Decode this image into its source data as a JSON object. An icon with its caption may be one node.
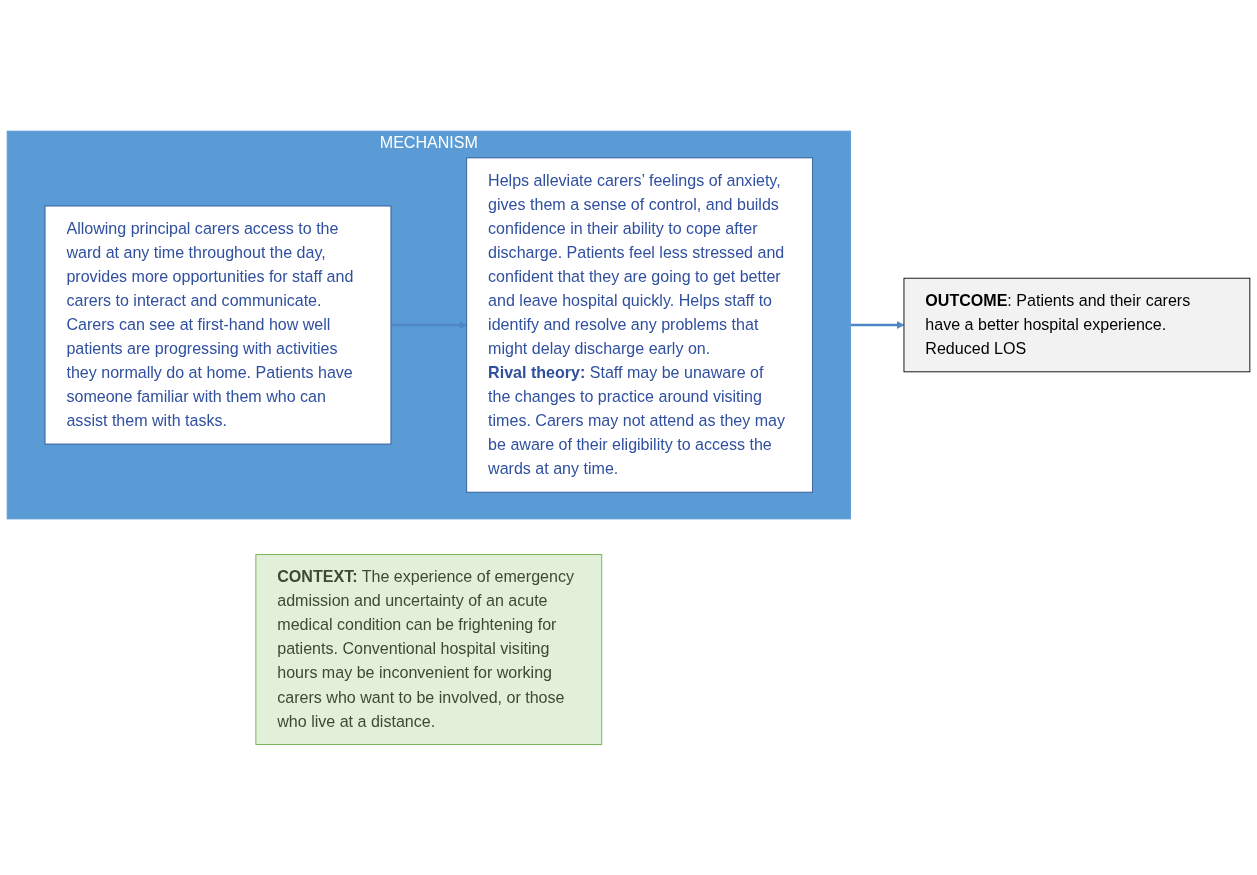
{
  "diagram": {
    "nodes": [
      {
        "text": [
          "MECHANISM"
        ]
      },
      {
        "text": [
          "Allowing principal carers access to the ward at any time throughout the day, provides more opportunities for staff and carers to interact and communicate. Carers can see at first-hand how well patients are progressing with activities they normally do at home. Patients have someone familiar with them who can assist them with tasks."
        ],
        "in": 0
      },
      {
        "text": [
          "Helps alleviate carers’ feelings of anxiety, gives them a sense of control, and builds confidence in their ability to cope after discharge. Patients feel less stressed and confident that they are going to get better and leave hospital quickly. Helps staff to identify and resolve any problems that might delay discharge early on.",
          "**Rival theory:** Staff may be unaware of the changes to practice around visiting times. Carers may not attend as they may be aware of their eligibility to access the wards at any time."
        ],
        "in": 0
      },
      {
        "text": [
          "**OUTCOME**: Patients and their carers have a better hospital experience.",
          "Reduced LOS"
        ]
      },
      {
        "text": [
          "**CONTEXT:** The experience of emergency admission and uncertainty of an acute medical condition can be frightening for patients. Conventional hospital visiting hours may be inconvenient for working carers who want to be involved, or those who live at a distance."
        ]
      }
    ],
    "edges": [
      {
        "from": 0,
        "to": 3,
        "arrow": "to"
      },
      {
        "from": 1,
        "to": 2,
        "arrow": "to"
      }
    ]
  }
}
